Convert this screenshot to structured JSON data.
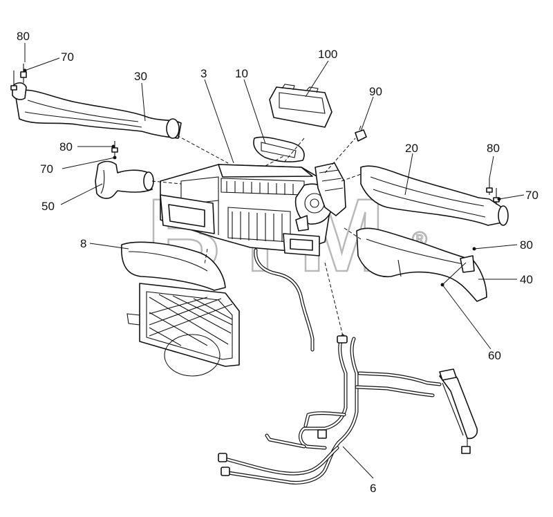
{
  "diagram": {
    "watermark": "BTM",
    "watermark_mark": "®",
    "callouts": [
      {
        "id": "80-top-left",
        "text": "80"
      },
      {
        "id": "70-top-left",
        "text": "70"
      },
      {
        "id": "30",
        "text": "30"
      },
      {
        "id": "3",
        "text": "3"
      },
      {
        "id": "10",
        "text": "10"
      },
      {
        "id": "100",
        "text": "100"
      },
      {
        "id": "90",
        "text": "90"
      },
      {
        "id": "80-mid-left",
        "text": "80"
      },
      {
        "id": "70-mid-left",
        "text": "70"
      },
      {
        "id": "50",
        "text": "50"
      },
      {
        "id": "20",
        "text": "20"
      },
      {
        "id": "80-right",
        "text": "80"
      },
      {
        "id": "70-right",
        "text": "70"
      },
      {
        "id": "8",
        "text": "8"
      },
      {
        "id": "80-lower-right",
        "text": "80"
      },
      {
        "id": "40",
        "text": "40"
      },
      {
        "id": "60",
        "text": "60"
      },
      {
        "id": "6",
        "text": "6"
      }
    ]
  }
}
